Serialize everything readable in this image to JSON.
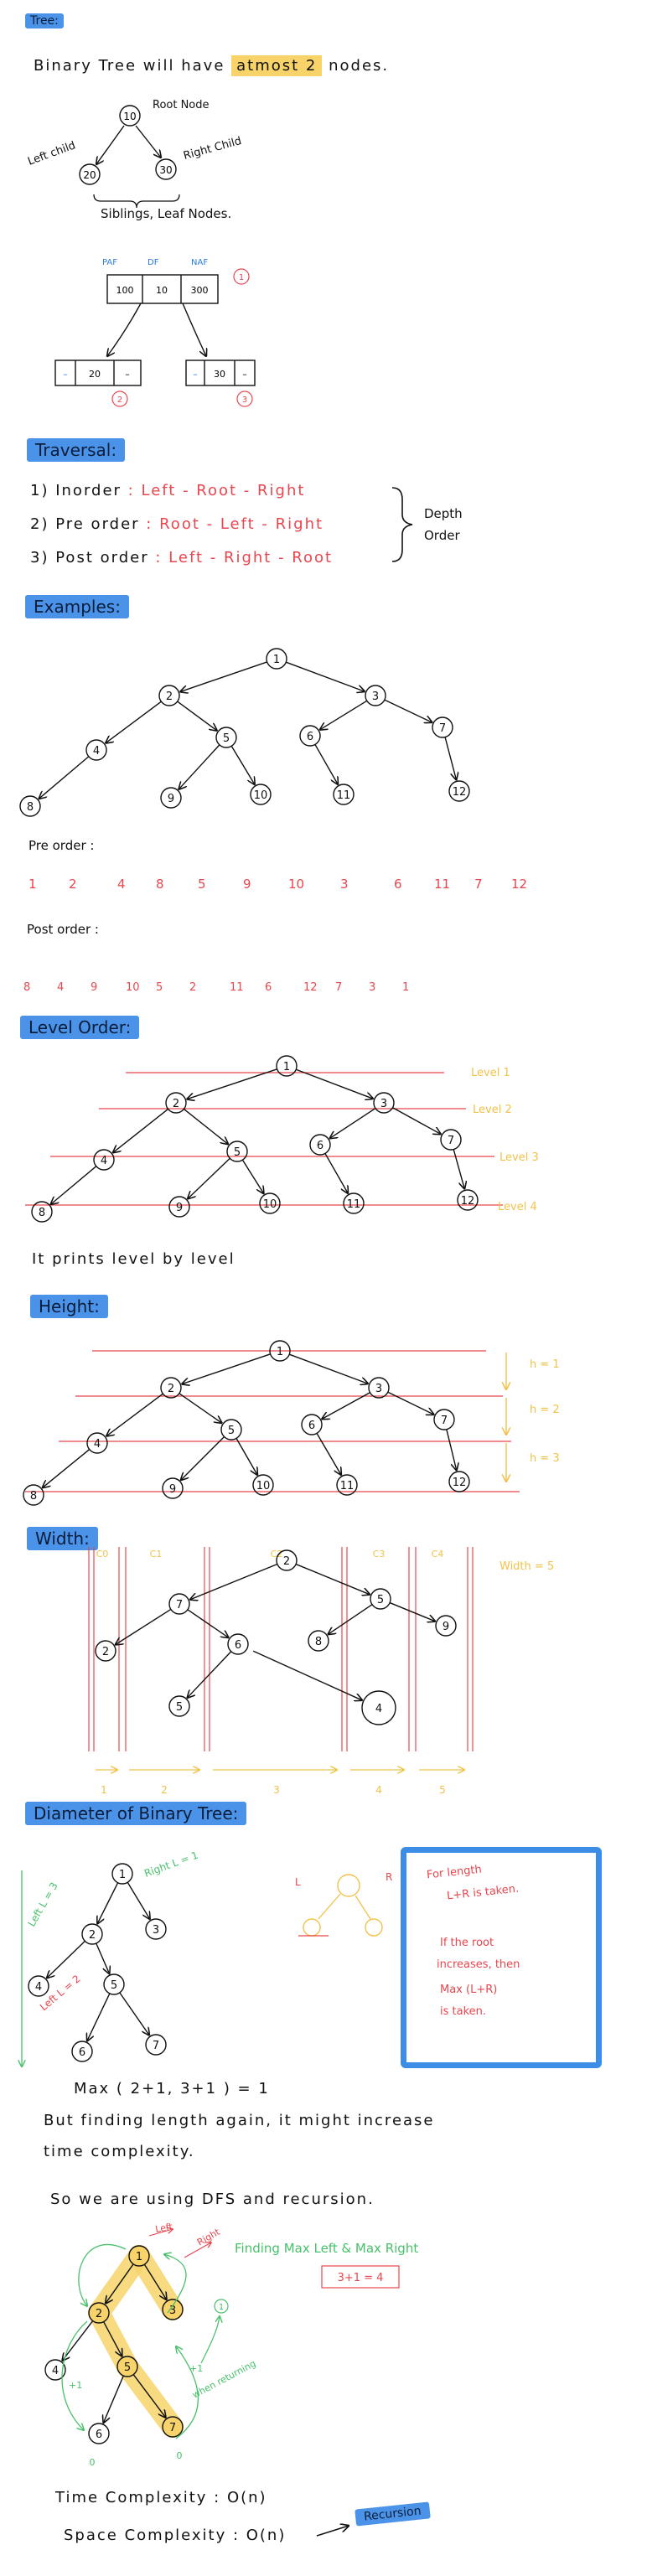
{
  "sections": {
    "tree_heading": "Tree:",
    "traversal_heading": "Traversal:",
    "examples_heading": "Examples:",
    "level_order_heading": "Level Order:",
    "height_heading": "Height:",
    "width_heading": "Width:",
    "diameter_heading": "Diameter of Binary Tree:"
  },
  "tree_intro": {
    "line_prefix": "Binary Tree will have",
    "line_highlight": "atmost 2",
    "line_suffix": "nodes.",
    "root_label": "Root Node",
    "left_child_label": "Left child",
    "right_child_label": "Right Child",
    "siblings_label": "Siblings, Leaf Nodes.",
    "nodes": [
      "10",
      "20",
      "30"
    ],
    "struct_headers": [
      "PAF",
      "DF",
      "NAF"
    ],
    "struct_values": [
      "100",
      "10",
      "300"
    ],
    "struct_left_value": "20",
    "struct_right_value": "30",
    "struct_markers": [
      "1",
      "2",
      "3"
    ],
    "dash": "–"
  },
  "traversal": {
    "items": [
      {
        "num": "1)",
        "name": "Inorder",
        "sep": ":",
        "order": "Left - Root - Right"
      },
      {
        "num": "2)",
        "name": "Pre order",
        "sep": ":",
        "order": "Root - Left - Right"
      },
      {
        "num": "3)",
        "name": "Post order",
        "sep": ":",
        "order": "Left - Right - Root"
      }
    ],
    "group_label": "Depth Order"
  },
  "example_tree": {
    "nodes": [
      "1",
      "2",
      "3",
      "4",
      "5",
      "6",
      "7",
      "8",
      "9",
      "10",
      "11",
      "12"
    ]
  },
  "preorder": {
    "label": "Pre order :",
    "sequence": [
      "1",
      "2",
      "4",
      "8",
      "5",
      "9",
      "10",
      "3",
      "6",
      "11",
      "7",
      "12"
    ]
  },
  "postorder": {
    "label": "Post order :",
    "sequence": [
      "8",
      "4",
      "9",
      "10",
      "5",
      "2",
      "11",
      "6",
      "12",
      "7",
      "3",
      "1"
    ]
  },
  "level_order": {
    "levels": [
      "Level 1",
      "Level 2",
      "Level 3",
      "Level 4"
    ],
    "caption": "It prints level by level"
  },
  "height": {
    "labels": [
      "h = 1",
      "h = 2",
      "h = 3"
    ]
  },
  "width": {
    "nodes": [
      "2",
      "7",
      "5",
      "2",
      "6",
      "8",
      "9",
      "5",
      "4"
    ],
    "columns": [
      "C0",
      "C1",
      "C2",
      "C3",
      "C4"
    ],
    "bottom": [
      "1",
      "2",
      "3",
      "4",
      "5"
    ],
    "result": "Width = 5"
  },
  "diameter": {
    "nodes": [
      "1",
      "2",
      "3",
      "4",
      "5",
      "6",
      "7"
    ],
    "left_note": "Left L = 3",
    "right_note": "Right L = 1",
    "left2_note": "Left L = 2",
    "mini_labels": [
      "L",
      "R"
    ],
    "box_lines": [
      "For length",
      "L+R is taken.",
      "If the root",
      "increases, then",
      "Max (L+R)",
      "is taken."
    ],
    "formula": "Max ( 2+1, 3+1 ) = 1",
    "line1": "But finding length again, it might increase",
    "line2": "time complexity.",
    "line3": "So we are using DFS and recursion.",
    "finding": "Finding Max Left & Max Right",
    "result_box": "3+1 = 4",
    "annot_left": "Left",
    "annot_right": "Right",
    "annot_return": "when returning",
    "annot_zero": "0",
    "annot_one": "1",
    "annot_plus": "+1",
    "time": "Time Complexity : O(n)",
    "space": "Space Complexity : O(n)",
    "recursion": "Recursion"
  }
}
